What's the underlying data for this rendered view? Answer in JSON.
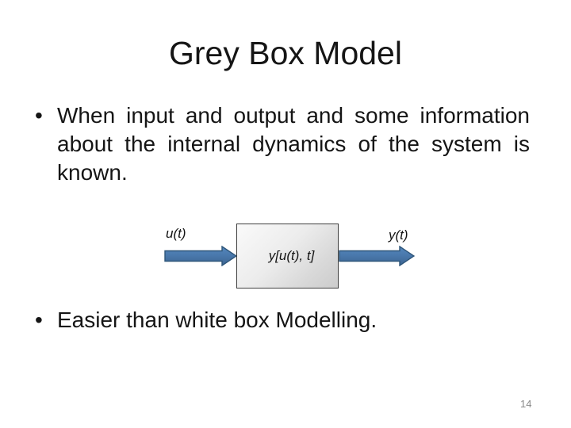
{
  "slide": {
    "title": "Grey Box Model",
    "bullets": {
      "first": {
        "marker": "•",
        "line1": "When input and output and some information",
        "line2": "about the internal dynamics of the system is",
        "line3": "known."
      },
      "second": {
        "marker": "•",
        "text": "Easier than white box Modelling."
      }
    },
    "diagram": {
      "input_label": "u(t)",
      "box_label": "y[u(t), t]",
      "output_label": "y(t)"
    },
    "page_number": "14",
    "colors": {
      "arrow_fill": "#4f81bd",
      "arrow_fill_dark": "#3c6490",
      "arrow_border": "#2e5579",
      "box_border": "#3f3f3f",
      "box_fill_top": "#fafafa",
      "box_fill_bottom": "#cccccc",
      "body_text": "#151515",
      "page_number": "#8a8a8a"
    }
  }
}
